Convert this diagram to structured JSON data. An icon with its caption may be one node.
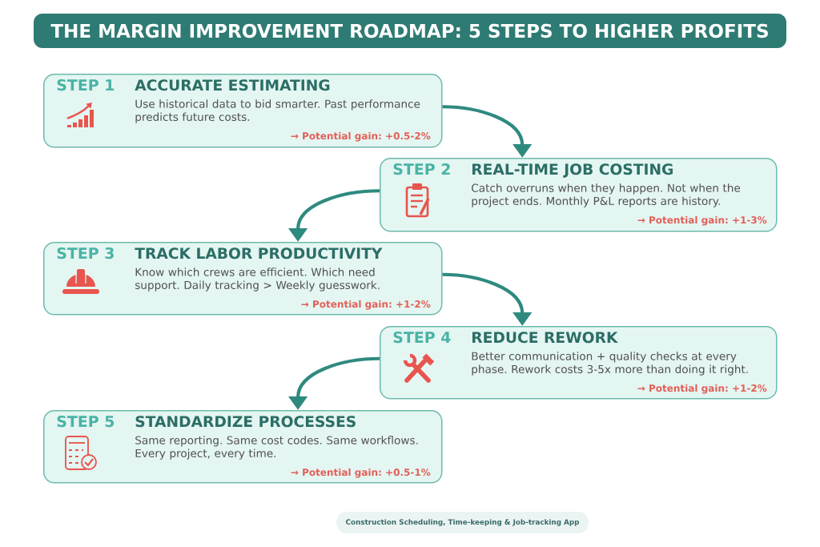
{
  "diagram": {
    "title": "THE MARGIN IMPROVEMENT ROADMAP: 5 STEPS TO HIGHER PROFITS",
    "nodes": [
      {
        "text": [
          "STEP 1",
          "ACCURATE ESTIMATING",
          "Use historical data to bid smarter. Past performance predicts future costs.",
          "→ Potential gain: +0.5-2%"
        ]
      },
      {
        "text": [
          "STEP 2",
          "REAL-TIME JOB COSTING",
          "Catch overruns when they happen. Not when the project ends. Monthly P&L reports are history.",
          "→ Potential gain: +1-3%"
        ]
      },
      {
        "text": [
          "STEP 3",
          "TRACK LABOR PRODUCTIVITY",
          "Know which crews are efficient. Which need support. Daily tracking > Weekly guesswork.",
          "→ Potential gain: +1-2%"
        ]
      },
      {
        "text": [
          "STEP 4",
          "REDUCE REWORK",
          "Better communication + quality checks at every phase. Rework costs 3-5x more than doing it right.",
          "→ Potential gain: +1-2%"
        ]
      },
      {
        "text": [
          "STEP 5",
          "STANDARDIZE PROCESSES",
          "Same reporting. Same cost codes. Same workflows. Every project, every time.",
          "→ Potential gain: +0.5-1%"
        ]
      },
      {
        "text": [
          "Construction Scheduling, Time-keeping & Job-tracking App"
        ]
      }
    ],
    "edges": [
      {
        "from": 0,
        "to": 1,
        "arrow": "to"
      },
      {
        "from": 1,
        "to": 2,
        "arrow": "to"
      },
      {
        "from": 2,
        "to": 3,
        "arrow": "to"
      },
      {
        "from": 3,
        "to": 4,
        "arrow": "to"
      }
    ]
  }
}
